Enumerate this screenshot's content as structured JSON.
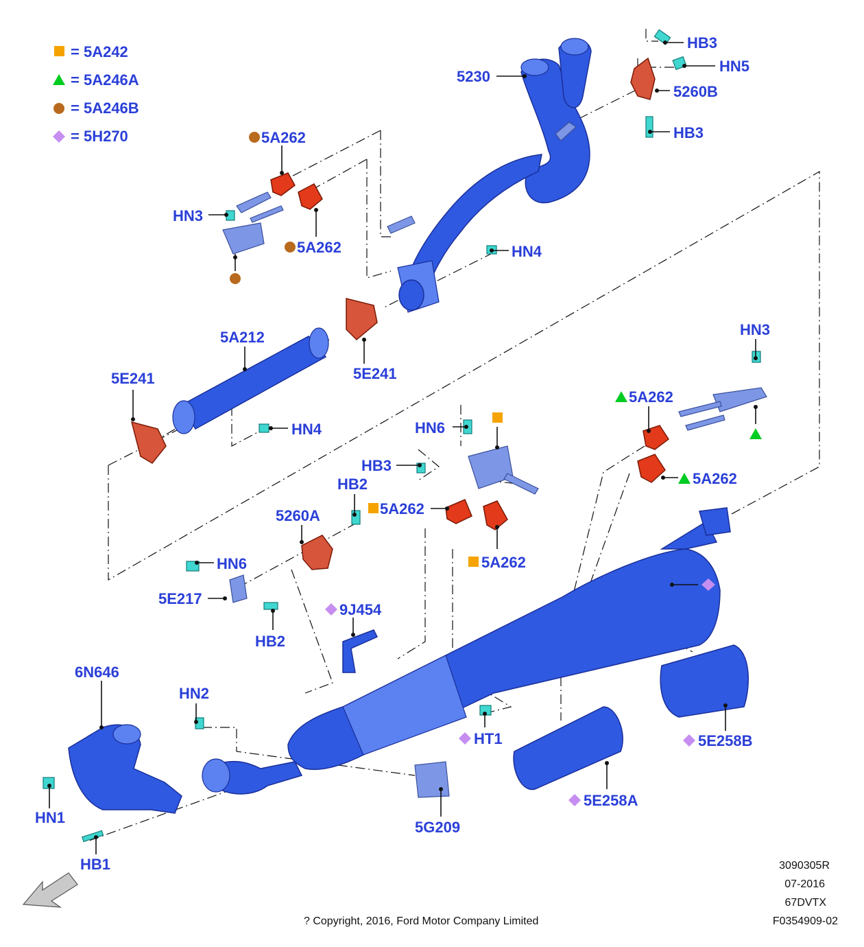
{
  "legend": [
    {
      "symbol": "square",
      "color": "#f5a300",
      "text": "= 5A242"
    },
    {
      "symbol": "triangle",
      "color": "#00cc22",
      "text": "= 5A246A"
    },
    {
      "symbol": "circle",
      "color": "#b86a1e",
      "text": "= 5A246B"
    },
    {
      "symbol": "diamond",
      "color": "#c58ef0",
      "text": "= 5H270"
    }
  ],
  "colors": {
    "label": "#2a3fd8",
    "square": "#f5a300",
    "triangle": "#00cc22",
    "circle": "#b86a1e",
    "diamond": "#c58ef0"
  },
  "labels": {
    "p5230": "5230",
    "hb3_top": "HB3",
    "hn5": "HN5",
    "p5260b": "5260B",
    "hb3_mid": "HB3",
    "p5a262_a": "5A262",
    "hn3_left": "HN3",
    "p5a262_b": "5A262",
    "hn4_top": "HN4",
    "p5a212": "5A212",
    "p5e241_right": "5E241",
    "p5e241_left": "5E241",
    "hn4_mid": "HN4",
    "hn3_right": "HN3",
    "p5a262_c": "5A262",
    "hn6_top": "HN6",
    "hb3_low": "HB3",
    "hb2_top": "HB2",
    "p5a262_d": "5A262",
    "p5260a": "5260A",
    "p5a262_e": "5A262",
    "p5a262_f": "5A262",
    "hn6_low": "HN6",
    "p5e217": "5E217",
    "hb2_low": "HB2",
    "p9j454": "9J454",
    "p6n646": "6N646",
    "hn2": "HN2",
    "ht1": "HT1",
    "p5e258b": "5E258B",
    "hn1": "HN1",
    "p5g209": "5G209",
    "p5e258a": "5E258A",
    "hb1": "HB1"
  },
  "footer": {
    "ref1": "3090305R",
    "ref2": "07-2016",
    "ref3": "67DVTX",
    "ref4": "F0354909-02",
    "copyright": "? Copyright, 2016, Ford Motor Company Limited"
  }
}
